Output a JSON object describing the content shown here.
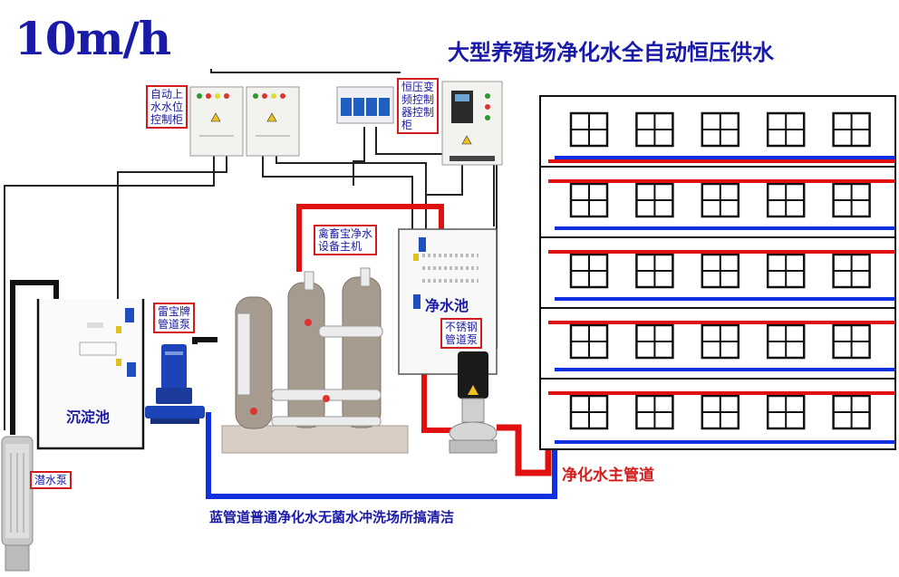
{
  "header": {
    "flow_rate": "10m/h",
    "title": "大型养殖场净化水全自动恒压供水"
  },
  "labels": {
    "cabinet_auto_level": "自动上\n水水位\n控制柜",
    "cabinet_vfd": "恒压变\n频控制\n器控制\n柜",
    "purifier_host": "禽畜宝净水\n设备主机",
    "pipeline_pump_left": "雷宝牌\n管道泵",
    "stainless_pump": "不锈钢\n管道泵",
    "submersible_pump": "潜水泵",
    "sediment_tank": "沉淀池",
    "clean_tank": "净水池",
    "main_pipe": "净化水主管道",
    "blue_pipe_note": "蓝管道普通净化水无菌水冲洗场所搞清洁"
  },
  "building": {
    "floors": 5,
    "windows_per_floor": 5
  },
  "colors": {
    "title_blue": "#1a1aa8",
    "pipe_red": "#e01010",
    "pipe_blue": "#1030e0",
    "callout_border": "#d31b1b",
    "wire": "#222222"
  }
}
